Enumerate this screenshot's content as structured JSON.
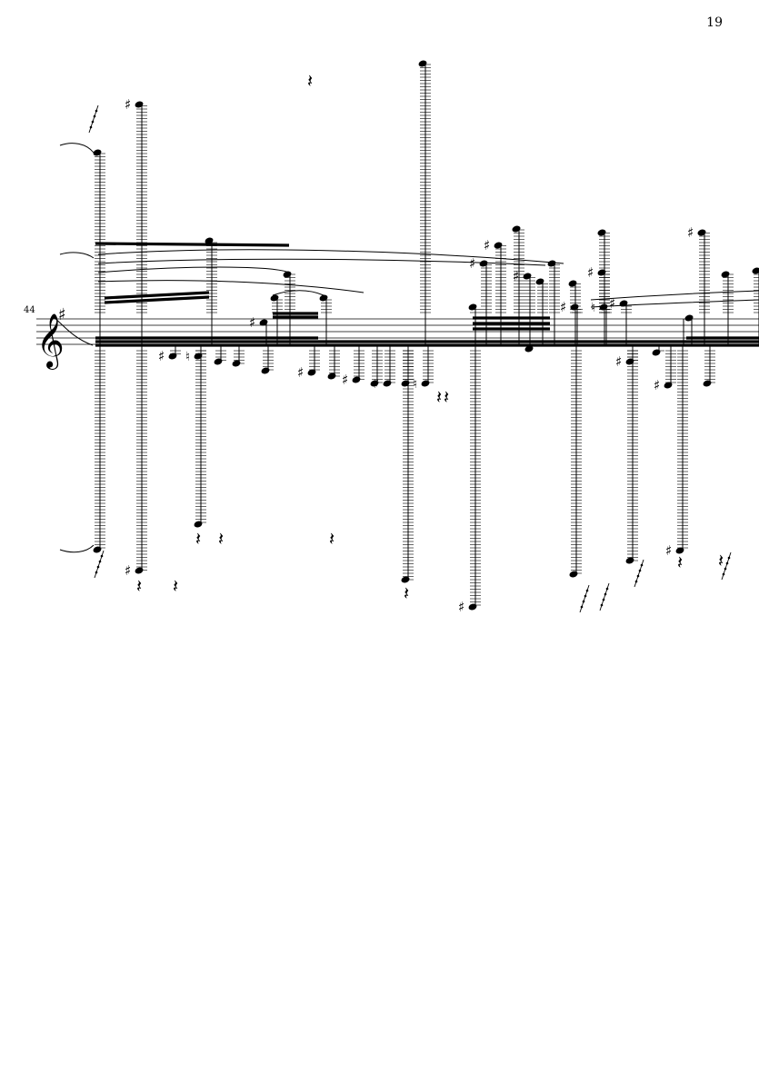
{
  "page": {
    "page_number": "19",
    "measure_number": "44"
  },
  "score": {
    "clef": "treble-clef",
    "key_signature": "one-sharp"
  },
  "icons": {
    "accidental": "sharp-glyph",
    "natural": "natural-glyph",
    "rest": "quarter-rest-glyph"
  },
  "colors": {
    "ink": "#000000",
    "paper": "#ffffff"
  }
}
